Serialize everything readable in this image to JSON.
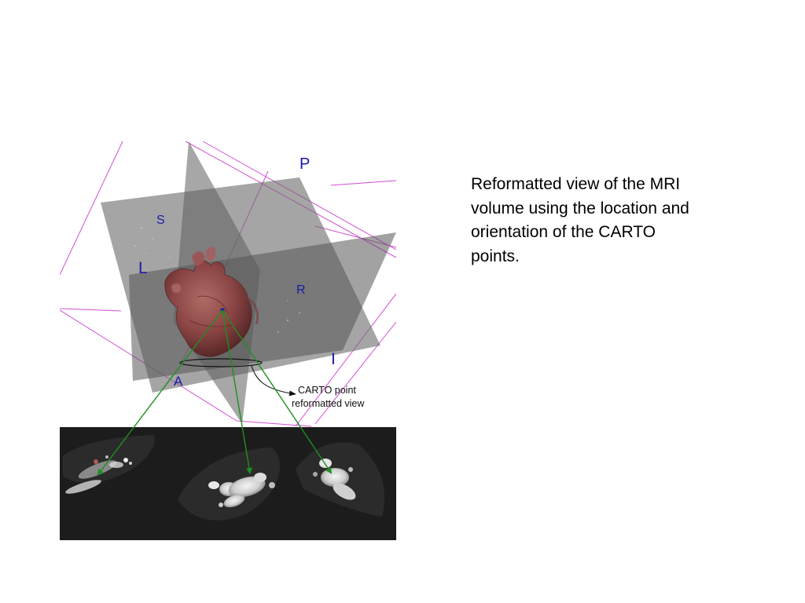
{
  "figure": {
    "orientation_labels": {
      "posterior": "P",
      "superior": "S",
      "left": "L",
      "right": "R",
      "inferior": "I",
      "anterior": "A"
    },
    "callout": {
      "line1": "CARTO point",
      "line2": "reformatted view"
    },
    "colors": {
      "plane_fill": "#7f7f7f",
      "bounding_lines": "#d24fd2",
      "orientation_label": "#1a1aa8",
      "arrows": "#1f8f1f",
      "heart": "#8a4444",
      "slice_panel": "#1c1c1c"
    }
  },
  "caption": {
    "text": "Reformatted view of the MRI volume using the location and orientation of the CARTO points."
  }
}
